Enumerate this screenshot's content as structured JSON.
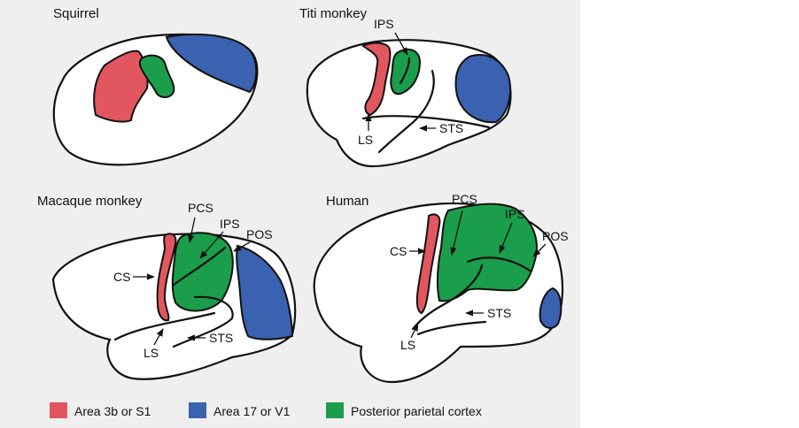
{
  "panels": {
    "squirrel": {
      "title": "Squirrel"
    },
    "titi": {
      "title": "Titi monkey",
      "labels": {
        "ips": "IPS",
        "ls": "LS",
        "sts": "STS"
      }
    },
    "macaque": {
      "title": "Macaque monkey",
      "labels": {
        "pcs": "PCS",
        "ips": "IPS",
        "pos": "POS",
        "cs": "CS",
        "ls": "LS",
        "sts": "STS"
      }
    },
    "human": {
      "title": "Human",
      "labels": {
        "pcs": "PCS",
        "ips": "IPS",
        "pos": "POS",
        "cs": "CS",
        "ls": "LS",
        "sts": "STS"
      }
    }
  },
  "legend": [
    {
      "label": "Area 3b or S1",
      "color": "#e2575f"
    },
    {
      "label": "Area 17 or V1",
      "color": "#3a62b0"
    },
    {
      "label": "Posterior parietal cortex",
      "color": "#1b9e4b"
    }
  ]
}
